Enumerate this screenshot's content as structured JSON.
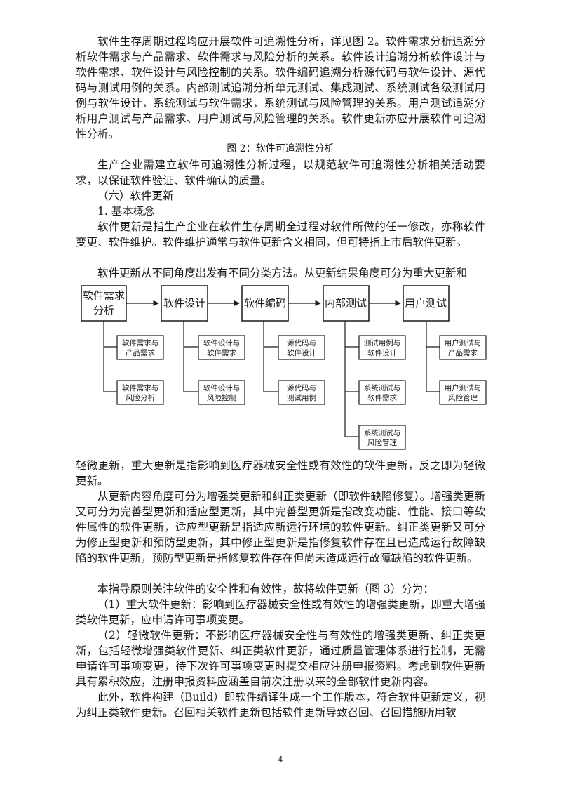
{
  "paragraphs": {
    "p1": "软件生存周期过程均应开展软件可追溯性分析，详见图 2。软件需求分析追溯分析软件需求与产品需求、软件需求与风险分析的关系。软件设计追溯分析软件设计与软件需求、软件设计与风险控制的关系。软件编码追溯分析源代码与软件设计、源代码与测试用例的关系。内部测试追溯分析单元测试、集成测试、系统测试各级测试用例与软件设计，系统测试与软件需求，系统测试与风险管理的关系。用户测试追溯分析用户测试与产品需求、用户测试与风险管理的关系。软件更新亦应开展软件可追溯性分析。",
    "caption": "图 2：软件可追溯性分析",
    "p2": "生产企业需建立软件可追溯性分析过程，以规范软件可追溯性分析相关活动要求，以保证软件验证、软件确认的质量。",
    "h1": "（六）软件更新",
    "h2": "1. 基本概念",
    "p3": "软件更新是指生产企业在软件生存周期全过程对软件所做的任一修改，亦称软件变更、软件维护。软件维护通常与软件更新含义相同，但可特指上市后软件更新。",
    "p4": "软件更新从不同角度出发有不同分类方法。从更新结果角度可分为重大更新和",
    "p5": "轻微更新，重大更新是指影响到医疗器械安全性或有效性的软件更新，反之即为轻微更新。",
    "p6": "从更新内容角度可分为增强类更新和纠正类更新（即软件缺陷修复）。增强类更新又可分为完善型更新和适应型更新，其中完善型更新是指改变功能、性能、接口等软件属性的软件更新，适应型更新是指适应新运行环境的软件更新。纠正类更新又可分为修正型更新和预防型更新，其中修正型更新是指修复软件存在且已造成运行故障缺陷的软件更新，预防型更新是指修复软件存在但尚未造成运行故障缺陷的软件更新。",
    "p7": "本指导原则关注软件的安全性和有效性，故将软件更新（图 3）分为：",
    "p8": "（1）重大软件更新：影响到医疗器械安全性或有效性的增强类更新，即重大增强类软件更新，应申请许可事项变更。",
    "p9": "（2）轻微软件更新：不影响医疗器械安全性与有效性的增强类更新、纠正类更新，包括轻微增强类软件更新、纠正类软件更新，通过质量管理体系进行控制，无需申请许可事项变更，待下次许可事项变更时提交相应注册申报资料。考虑到软件更新具有累积效应，注册申报资料应涵盖自前次注册以来的全部软件更新内容。",
    "p10": "此外，软件构建（Build）即软件编译生成一个工作版本，符合软件更新定义，视为纠正类软件更新。召回相关软件更新包括软件更新导致召回、召回措施所用软"
  },
  "diagram": {
    "stages": {
      "s1": [
        "软件需求",
        "分析"
      ],
      "s2": "软件设计",
      "s3": "软件编码",
      "s4": "内部测试",
      "s5": "用户测试"
    },
    "items": {
      "a1": [
        "软件需求与",
        "产品需求"
      ],
      "a2": [
        "软件需求与",
        "风险分析"
      ],
      "b1": [
        "软件设计与",
        "软件需求"
      ],
      "b2": [
        "软件设计与",
        "风险控制"
      ],
      "c1": [
        "源代码与",
        "软件设计"
      ],
      "c2": [
        "源代码与",
        "测试用例"
      ],
      "d1": [
        "测试用例与",
        "软件设计"
      ],
      "d2": [
        "系统测试与",
        "软件需求"
      ],
      "d3": [
        "系统测试与",
        "风险管理"
      ],
      "e1": [
        "用户测试与",
        "产品需求"
      ],
      "e2": [
        "用户测试与",
        "风险管理"
      ]
    }
  },
  "page_number": "- 4 -"
}
